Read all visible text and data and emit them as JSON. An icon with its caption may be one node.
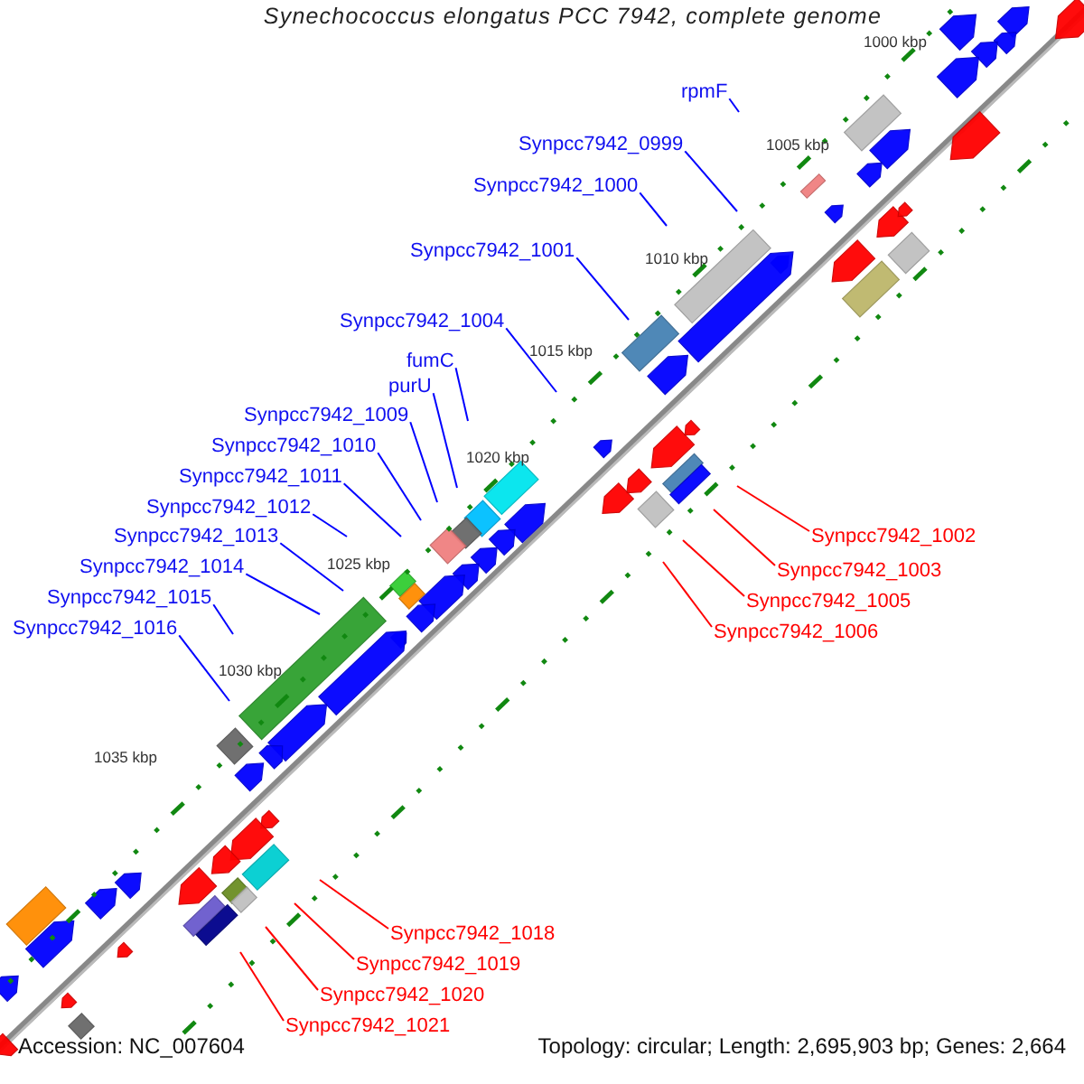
{
  "diagram": {
    "title": "Synechococcus elongatus PCC 7942, complete genome",
    "nodes": [
      {
        "text": [
          "rpmF"
        ]
      },
      {
        "text": [
          "Synpcc7942_0999"
        ]
      },
      {
        "text": [
          "Synpcc7942_1000"
        ]
      },
      {
        "text": [
          "Synpcc7942_1001"
        ]
      },
      {
        "text": [
          "Synpcc7942_1004"
        ]
      },
      {
        "text": [
          "fumC"
        ]
      },
      {
        "text": [
          "purU"
        ]
      },
      {
        "text": [
          "Synpcc7942_1009"
        ]
      },
      {
        "text": [
          "Synpcc7942_1010"
        ]
      },
      {
        "text": [
          "Synpcc7942_1011"
        ]
      },
      {
        "text": [
          "Synpcc7942_1012"
        ]
      },
      {
        "text": [
          "Synpcc7942_1013"
        ]
      },
      {
        "text": [
          "Synpcc7942_1014"
        ]
      },
      {
        "text": [
          "Synpcc7942_1015"
        ]
      },
      {
        "text": [
          "Synpcc7942_1016"
        ]
      },
      {
        "text": [
          "Synpcc7942_1002"
        ]
      },
      {
        "text": [
          "Synpcc7942_1003"
        ]
      },
      {
        "text": [
          "Synpcc7942_1005"
        ]
      },
      {
        "text": [
          "Synpcc7942_1006"
        ]
      },
      {
        "text": [
          "Synpcc7942_1018"
        ]
      },
      {
        "text": [
          "Synpcc7942_1019"
        ]
      },
      {
        "text": [
          "Synpcc7942_1020"
        ]
      },
      {
        "text": [
          "Synpcc7942_1021"
        ]
      }
    ],
    "edges": [
      {
        "from": 0,
        "to": null,
        "arrow": "none"
      },
      {
        "from": 1,
        "to": null,
        "arrow": "none"
      },
      {
        "from": 2,
        "to": null,
        "arrow": "none"
      },
      {
        "from": 3,
        "to": null,
        "arrow": "none"
      },
      {
        "from": 4,
        "to": null,
        "arrow": "none"
      },
      {
        "from": 5,
        "to": null,
        "arrow": "none"
      },
      {
        "from": 6,
        "to": null,
        "arrow": "none"
      },
      {
        "from": 7,
        "to": null,
        "arrow": "none"
      },
      {
        "from": 8,
        "to": null,
        "arrow": "none"
      },
      {
        "from": 9,
        "to": null,
        "arrow": "none"
      },
      {
        "from": 10,
        "to": null,
        "arrow": "none"
      },
      {
        "from": 11,
        "to": null,
        "arrow": "none"
      },
      {
        "from": 12,
        "to": null,
        "arrow": "none"
      },
      {
        "from": 13,
        "to": null,
        "arrow": "none"
      },
      {
        "from": 14,
        "to": null,
        "arrow": "none"
      },
      {
        "from": 15,
        "to": null,
        "arrow": "none",
        "color": "#ff0000"
      },
      {
        "from": 16,
        "to": null,
        "arrow": "none",
        "color": "#ff0000"
      },
      {
        "from": 17,
        "to": null,
        "arrow": "none",
        "color": "#ff0000"
      },
      {
        "from": 18,
        "to": null,
        "arrow": "none",
        "color": "#ff0000"
      },
      {
        "from": 19,
        "to": null,
        "arrow": "none",
        "color": "#ff0000"
      },
      {
        "from": 20,
        "to": null,
        "arrow": "none",
        "color": "#ff0000"
      },
      {
        "from": 21,
        "to": null,
        "arrow": "none",
        "color": "#ff0000"
      },
      {
        "from": 22,
        "to": null,
        "arrow": "none",
        "color": "#ff0000"
      }
    ],
    "labels": [
      "1000 kbp",
      "1005 kbp",
      "1010 kbp",
      "1015 kbp",
      "1020 kbp",
      "1025 kbp",
      "1030 kbp",
      "1035 kbp",
      "Accession: NC_007604",
      "Topology: circular; Length: 2,695,903 bp; Genes: 2,664"
    ]
  }
}
